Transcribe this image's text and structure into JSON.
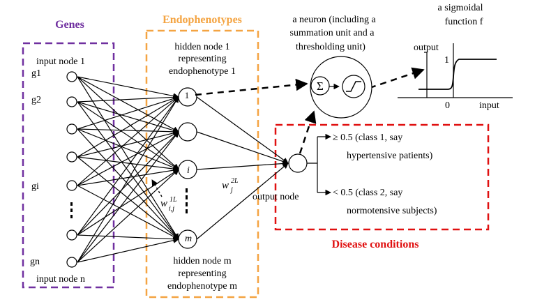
{
  "sections": {
    "genes": {
      "label": "Genes",
      "color": "#7030a0"
    },
    "endophenotypes": {
      "label": "Endophenotypes",
      "color": "#f4a442"
    },
    "disease": {
      "label": "Disease conditions",
      "color": "#e01010"
    }
  },
  "genes_column": {
    "input_node_1": "input node 1",
    "input_node_n": "input node n",
    "labels": {
      "g1": "g1",
      "g2": "g2",
      "gi": "gi",
      "gn": "gn"
    }
  },
  "hidden_column": {
    "top_text": [
      "hidden node 1",
      "representing",
      "endophenotype 1"
    ],
    "bottom_text": [
      "hidden node m",
      "representing",
      "endophenotype m"
    ],
    "node_labels": {
      "first": "1",
      "i": "i",
      "m": "m"
    },
    "weight_1": "w1L i,j",
    "weight_2": "w2L j"
  },
  "neuron": {
    "caption": [
      "a neuron (including a",
      "summation unit and a",
      "thresholding unit)"
    ],
    "sum_symbol": "Σ"
  },
  "sigmoid": {
    "caption": [
      "a sigmoidal",
      "function f"
    ],
    "y_label": "output",
    "x_label": "input",
    "tick_one": "1",
    "tick_zero": "0"
  },
  "output_node": {
    "label": "output node"
  },
  "classes": [
    {
      "condition": "≥ 0.5 (class 1, say",
      "detail": "hypertensive patients)"
    },
    {
      "condition": "< 0.5 (class 2, say",
      "detail": "normotensive subjects)"
    }
  ]
}
